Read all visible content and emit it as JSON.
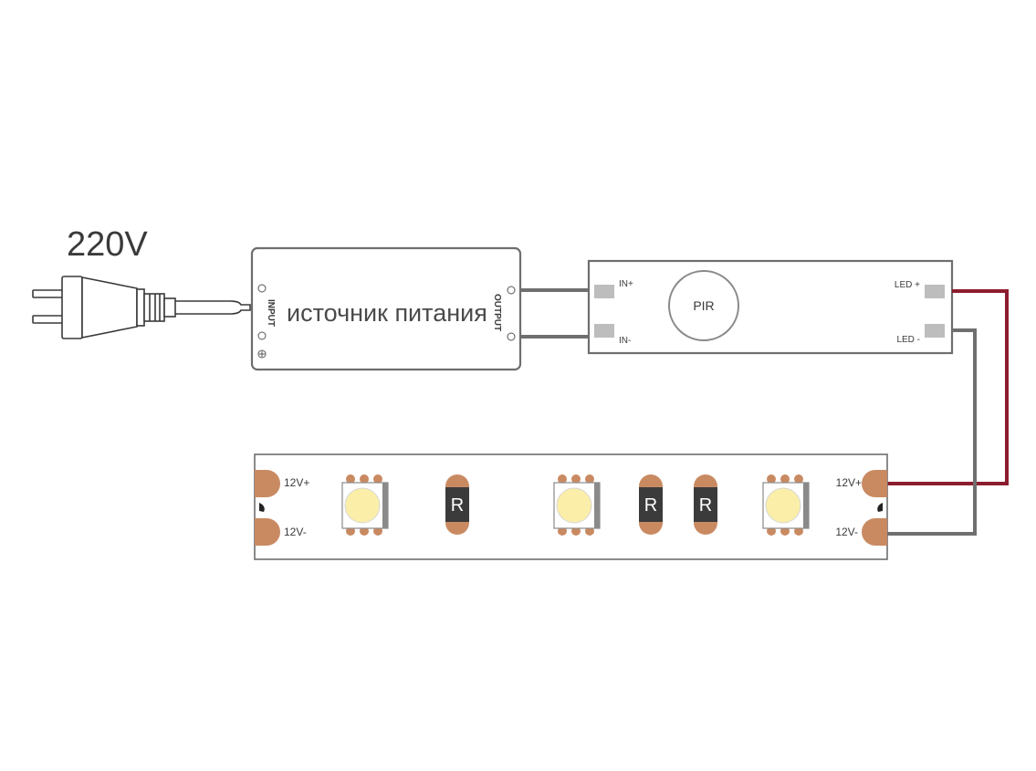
{
  "voltage_label": "220V",
  "power_supply": {
    "title": "источник питания",
    "input_label": "INPUT",
    "output_label": "OUTPUT"
  },
  "pir_controller": {
    "sensor_label": "PIR",
    "in_plus": "IN+",
    "in_minus": "IN-",
    "led_plus": "LED +",
    "led_minus": "LED -"
  },
  "led_strip": {
    "left_plus": "12V+",
    "left_minus": "12V-",
    "right_plus": "12V+",
    "right_minus": "12V-",
    "resistor_label": "R"
  },
  "colors": {
    "outline": "#6e6e6e",
    "wire_negative": "#6f6f6f",
    "wire_positive": "#8c1c2e",
    "pad_copper": "#c98a62",
    "led_light": "#fbeea8",
    "resistor_body": "#3b3b3b"
  }
}
